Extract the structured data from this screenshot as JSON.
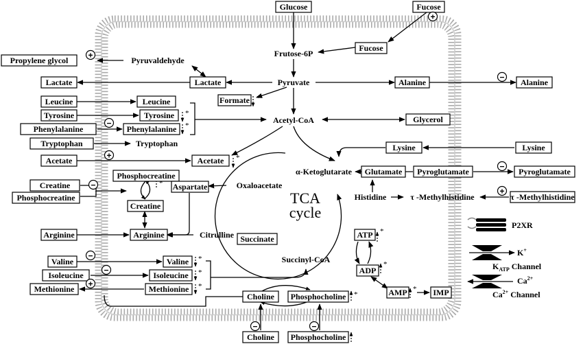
{
  "nodes": {
    "glucose": "Glucose",
    "fucose_ext": "Fucose",
    "fucose_in": "Fucose",
    "frutose6p": "Frutose-6P",
    "propylene_glycol": "Propylene glycol",
    "pyruvaldehyde": "Pyruvaldehyde",
    "lactate_ext": "Lactate",
    "lactate_in": "Lactate",
    "pyruvate": "Pyruvate",
    "alanine_in": "Alanine",
    "alanine_ext": "Alanine",
    "formate": "Formate",
    "leucine_ext": "Leucine",
    "leucine_in": "Leucine",
    "tyrosine_ext": "Tyrosine",
    "tyrosine_in": "Tyrosine",
    "phenylalanine_ext": "Phenylalanine",
    "phenylalanine_in": "Phenylalanine",
    "tryptophan_ext": "Tryptophan",
    "tryptophan_in": "Tryptophan",
    "acetyl_coa": "Acetyl-CoA",
    "glycerol": "Glycerol",
    "acetate_ext": "Acetate",
    "acetate_in": "Acetate",
    "lysine_in": "Lysine",
    "lysine_ext": "Lysine",
    "alpha_kg": "α-Ketoglutarate",
    "glutamate": "Glutamate",
    "pyroglutamate_in": "Pyroglutamate",
    "pyroglutamate_ext": "Pyroglutamate",
    "phosphocreatine_in": "Phosphocreatine",
    "creatine_ext": "Creatine",
    "phosphocreatine_ext": "Phosphocreatine",
    "creatine_in": "Creatine",
    "aspartate": "Aspartate",
    "oxaloacetate": "Oxaloacetate",
    "histidine": "Histidine",
    "methylhistidine_in": "τ -Methylhistidine",
    "methylhistidine_ext": "τ -Methylhistidine",
    "tca_line1": "TCA",
    "tca_line2": "cycle",
    "arginine_ext": "Arginine",
    "arginine_in": "Arginine",
    "citrulline": "Citrulline",
    "succinate": "Succinate",
    "atp": "ATP",
    "adp": "ADP",
    "amp": "AMP",
    "imp": "IMP",
    "valine_ext": "Valine",
    "valine_in": "Valine",
    "isoleucine_ext": "Isoleucine",
    "isoleucine_in": "Isoleucine",
    "methionine_ext": "Methionine",
    "methionine_in": "Methionine",
    "succinyl_coa": "Succinyl-CoA",
    "choline_in": "Choline",
    "phosphocholine_in": "Phosphocholine",
    "choline_ext": "Choline",
    "phosphocholine_ext": "Phosphocholine"
  },
  "legend": {
    "p2xr": "P2XR",
    "k_sym": "K",
    "k_sup": "+",
    "katp_k": "K",
    "katp_sub": "ATP",
    "katp_rest": " Channel",
    "ca_sym": "Ca",
    "ca_sup": "2+",
    "ca_ch": "Ca",
    "ca_ch_sup": "2+",
    "ca_ch_rest": " Channel"
  },
  "markers": {
    "plus": "+",
    "minus": "−",
    "star": "*"
  }
}
